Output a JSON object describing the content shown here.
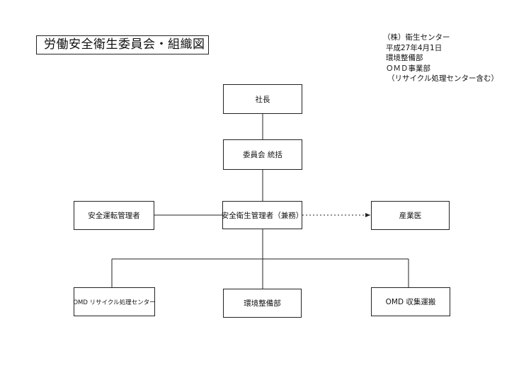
{
  "title": "労働安全衛生委員会・組織図",
  "info": {
    "company": "（株）衛生センター",
    "date": "平成27年4月1日",
    "dept1": "環境整備部",
    "dept2": "ＯＭＤ事業部",
    "dept2_note": "（リサイクル処理センター含む）"
  },
  "nodes": {
    "president": "社長",
    "committee": "委員会 統括",
    "safety_driving": "安全運転管理者",
    "health_manager": "安全衛生管理者（兼務）",
    "doctor": "産業医",
    "omd_recycle": "OMD リサイクル処理センター",
    "env": "環境整備部",
    "omd_collect": "OMD 収集運搬"
  }
}
